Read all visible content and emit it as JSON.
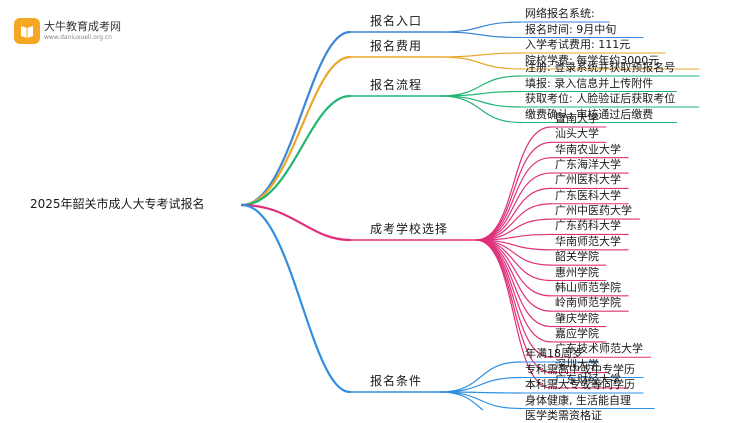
{
  "logo": {
    "title": "大牛教育成考网",
    "url": "www.daniuxueli.org.cn",
    "icon": "book-logo-icon",
    "color": "#f5a623"
  },
  "root": "2025年韶关市成人大专考试报名",
  "branches": [
    {
      "label": "报名入口",
      "color": "#3b86d6",
      "items": [
        "网络报名系统:",
        "报名时间: 9月中旬"
      ]
    },
    {
      "label": "报名费用",
      "color": "#e8a82a",
      "items": [
        "入学考试费用: 111元",
        "院校学费: 每学年约3000元"
      ]
    },
    {
      "label": "报名流程",
      "color": "#22b573",
      "items": [
        "注册: 登录系统并获取预报名号",
        "填报: 录入信息并上传附件",
        "获取考位: 人脸验证后获取考位",
        "缴费确认: 审核通过后缴费"
      ]
    },
    {
      "label": "成考学校选择",
      "color": "#e0307a",
      "items": [
        "暨南大学",
        "汕头大学",
        "华南农业大学",
        "广东海洋大学",
        "广州医科大学",
        "广东医科大学",
        "广州中医药大学",
        "广东药科大学",
        "华南师范大学",
        "韶关学院",
        "惠州学院",
        "韩山师范学院",
        "岭南师范学院",
        "肇庆学院",
        "嘉应学院",
        "广东技术师范大学",
        "深圳大学",
        "广东财经大学"
      ]
    },
    {
      "label": "报名条件",
      "color": "#2f8fe0",
      "items": [
        "年满18周岁",
        "专科需高中或中专学历",
        "本科需大专或等同学历",
        "身体健康, 生活能自理",
        "医学类需资格证"
      ]
    }
  ]
}
